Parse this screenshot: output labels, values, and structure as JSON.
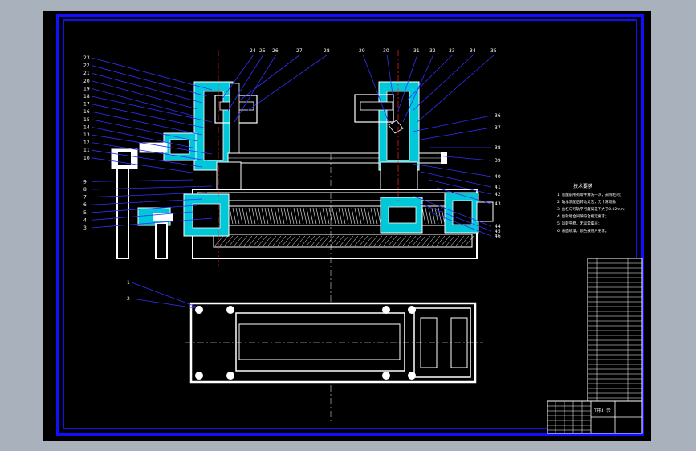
{
  "colors": {
    "background": "#a9b1bd",
    "canvas": "#000000",
    "frame": "#1010ff",
    "part_outline": "#ffffff",
    "part_fill": "#00c8d8",
    "leader": "#3030ff",
    "centerline": "#ff2020"
  },
  "callouts_left": [
    "23",
    "22",
    "21",
    "20",
    "19",
    "18",
    "17",
    "16",
    "15",
    "14",
    "13",
    "12",
    "11",
    "10",
    "9",
    "8",
    "7",
    "6",
    "5",
    "4",
    "3"
  ],
  "callouts_top": [
    "24",
    "25",
    "26",
    "27",
    "28",
    "29",
    "30",
    "31",
    "32",
    "33",
    "34",
    "35"
  ],
  "callouts_right": [
    "36",
    "37",
    "38",
    "39",
    "40",
    "41",
    "42",
    "43",
    "44",
    "45",
    "46"
  ],
  "callouts_bottom_view": [
    "1",
    "2"
  ],
  "tech_notes": {
    "title": "技术要求",
    "items": [
      "1. 装配前所有零件清洗干净，去除毛刺；",
      "2. 轴承装配后转动灵活，无卡滞现象；",
      "3. 丝杠与导轨平行度误差不大于0.02mm；",
      "4. 齿轮啮合间隙符合规定要求；",
      "5. 运转平稳，无异常噪声；",
      "6. 表面喷漆，颜色按用户要求。"
    ]
  },
  "title_block": {
    "name_label": "T形L 示"
  }
}
